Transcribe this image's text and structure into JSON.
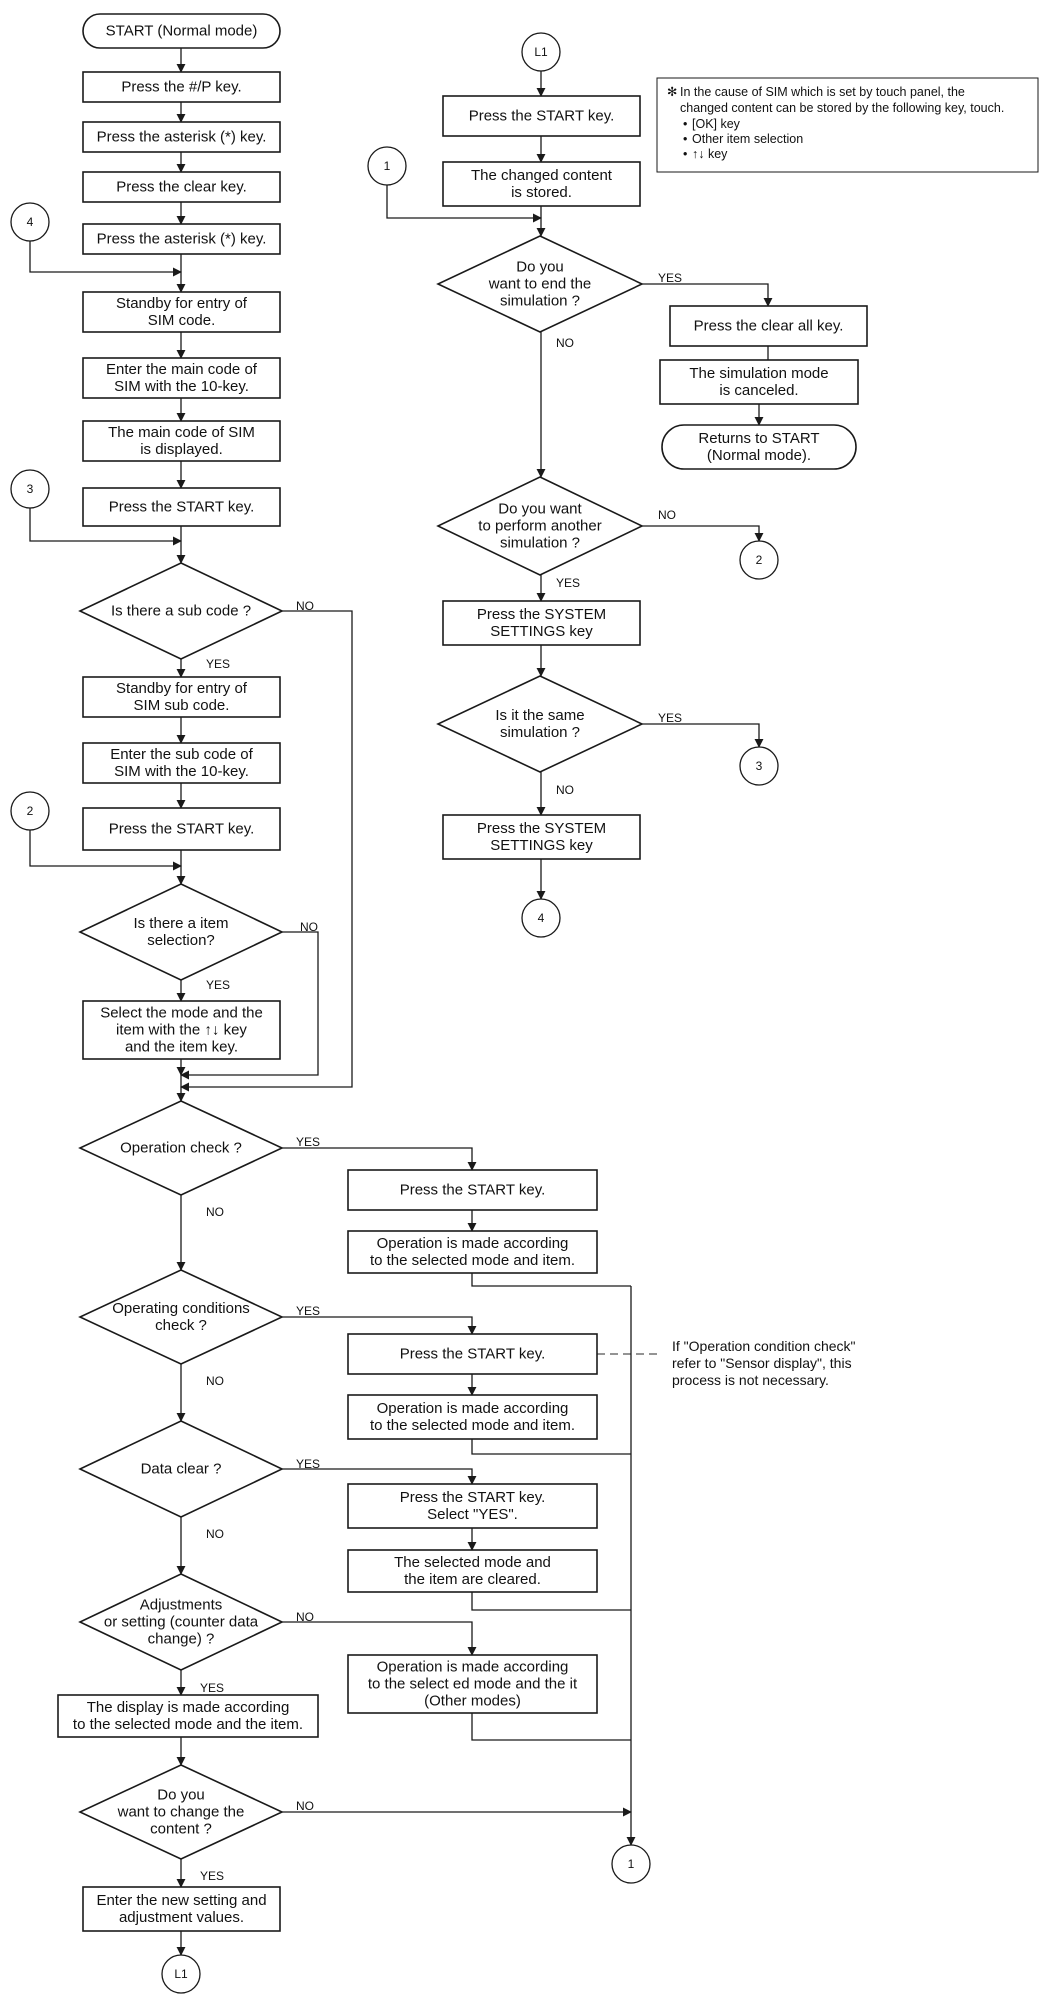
{
  "nodes": {
    "start": {
      "kind": "terminal",
      "lines": [
        "START (Normal mode)"
      ]
    },
    "press_hash_p": {
      "kind": "process",
      "lines": [
        "Press the #/P key."
      ]
    },
    "press_asterisk_1": {
      "kind": "process",
      "lines": [
        "Press the asterisk (*) key."
      ]
    },
    "press_clear": {
      "kind": "process",
      "lines": [
        "Press the clear key."
      ]
    },
    "press_asterisk_2": {
      "kind": "process",
      "lines": [
        "Press the asterisk (*) key."
      ]
    },
    "standby_sim": {
      "kind": "process",
      "lines": [
        "Standby for entry of",
        "SIM code."
      ]
    },
    "enter_main": {
      "kind": "process",
      "lines": [
        "Enter the main code of",
        "SIM with the 10-key."
      ]
    },
    "main_displayed": {
      "kind": "process",
      "lines": [
        "The main code of SIM",
        "is displayed."
      ]
    },
    "press_start_1": {
      "kind": "process",
      "lines": [
        "Press the START key."
      ]
    },
    "q_sub_code": {
      "kind": "decision",
      "lines": [
        "Is there a sub code ?"
      ]
    },
    "standby_sub": {
      "kind": "process",
      "lines": [
        "Standby for entry of",
        "SIM sub code."
      ]
    },
    "enter_sub": {
      "kind": "process",
      "lines": [
        "Enter the sub code of",
        "SIM with the 10-key."
      ]
    },
    "press_start_2": {
      "kind": "process",
      "lines": [
        "Press the START key."
      ]
    },
    "q_item_sel": {
      "kind": "decision",
      "lines": [
        "Is there a item",
        "selection?"
      ]
    },
    "select_mode": {
      "kind": "process",
      "lines": [
        "Select the mode and the",
        "item with the ↑↓ key",
        "and the item key."
      ]
    },
    "q_op_check": {
      "kind": "decision",
      "lines": [
        "Operation check ?"
      ]
    },
    "op_press_start": {
      "kind": "process",
      "lines": [
        "Press the START key."
      ]
    },
    "op_made": {
      "kind": "process",
      "lines": [
        "Operation is made according",
        "to the selected mode and item."
      ]
    },
    "q_op_cond": {
      "kind": "decision",
      "lines": [
        "Operating conditions",
        "check ?"
      ]
    },
    "cond_press_start": {
      "kind": "process",
      "lines": [
        "Press the START key."
      ]
    },
    "cond_made": {
      "kind": "process",
      "lines": [
        "Operation is made according",
        "to the selected mode and item."
      ]
    },
    "q_data_clear": {
      "kind": "decision",
      "lines": [
        "Data clear ?"
      ]
    },
    "clear_press": {
      "kind": "process",
      "lines": [
        "Press the START key.",
        "Select \"YES\"."
      ]
    },
    "cleared": {
      "kind": "process",
      "lines": [
        "The selected mode and",
        "the item are cleared."
      ]
    },
    "q_adjust": {
      "kind": "decision",
      "lines": [
        "Adjustments",
        "or setting (counter data",
        "change) ?"
      ]
    },
    "other_modes": {
      "kind": "process",
      "lines": [
        "Operation is made according",
        "to the select ed mode and the it",
        "(Other modes)"
      ]
    },
    "display_made": {
      "kind": "process",
      "lines": [
        "The display is made according",
        "to the selected mode and the item."
      ]
    },
    "q_change": {
      "kind": "decision",
      "lines": [
        "Do you",
        "want to change the",
        "content ?"
      ]
    },
    "enter_new": {
      "kind": "process",
      "lines": [
        "Enter the new setting and",
        "adjustment values."
      ]
    },
    "r_press_start": {
      "kind": "process",
      "lines": [
        "Press the START key."
      ]
    },
    "r_stored": {
      "kind": "process",
      "lines": [
        "The changed content",
        "is stored."
      ]
    },
    "q_end": {
      "kind": "decision",
      "lines": [
        "Do you",
        "want to end the",
        "simulation ?"
      ]
    },
    "press_clear_all": {
      "kind": "process",
      "lines": [
        "Press the clear all key."
      ]
    },
    "sim_canceled": {
      "kind": "process",
      "lines": [
        "The simulation mode",
        "is canceled."
      ]
    },
    "returns_start": {
      "kind": "terminal",
      "lines": [
        "Returns to START",
        "(Normal mode)."
      ]
    },
    "q_another": {
      "kind": "decision",
      "lines": [
        "Do you want",
        "to perform another",
        "simulation ?"
      ]
    },
    "sys_settings_1": {
      "kind": "process",
      "lines": [
        "Press the SYSTEM",
        "SETTINGS key"
      ]
    },
    "q_same": {
      "kind": "decision",
      "lines": [
        "Is it the same",
        "simulation ?"
      ]
    },
    "sys_settings_2": {
      "kind": "process",
      "lines": [
        "Press the SYSTEM",
        "SETTINGS key"
      ]
    }
  },
  "connectors": {
    "c4_left": "4",
    "c3_left": "3",
    "c2_left": "2",
    "c1_bottom": "1",
    "l1_bottom": "L1",
    "l1_top": "L1",
    "c1_right": "1",
    "c2_right": "2",
    "c3_right": "3",
    "c4_right": "4"
  },
  "branch_labels": {
    "yes": "YES",
    "no": "NO"
  },
  "note": {
    "marker": "✻",
    "lines": [
      "In the cause of SIM which is set by touch panel, the",
      "changed content can be stored by the following key, touch."
    ],
    "items": [
      "[OK] key",
      "Other item selection",
      "↑↓ key"
    ]
  },
  "side_note": {
    "lines": [
      "If \"Operation condition check\"",
      "refer to \"Sensor display\", this",
      "process is not necessary."
    ]
  },
  "colors": {
    "line": "#1a1a1a",
    "fill": "#ffffff",
    "dash": "#555555"
  }
}
